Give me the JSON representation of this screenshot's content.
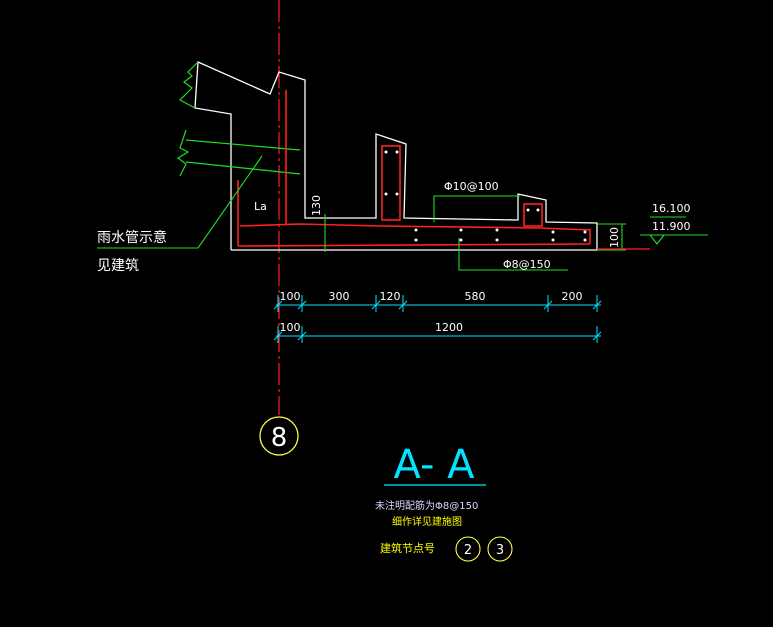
{
  "section_title": "A- A",
  "notes": {
    "line1": "未注明配筋为Φ8@150",
    "line2": "细作详见建施图"
  },
  "detail_ref": {
    "label": "建筑节点号",
    "numbers": [
      "2",
      "3"
    ]
  },
  "axis_label": "8",
  "annotations": {
    "downpipe": "雨水管示意",
    "see_arch": "见建筑",
    "anchorage": "La",
    "rebar_top": "Φ10@100",
    "rebar_bottom": "Φ8@150",
    "height_130": "130",
    "thickness_100": "100"
  },
  "elevations": {
    "upper": "16.100",
    "lower": "11.900"
  },
  "dimensions": {
    "row1": [
      "100",
      "300",
      "120",
      "580",
      "200"
    ],
    "row2": [
      "100",
      "1200"
    ]
  },
  "colors": {
    "background": "#000000",
    "outline": "#ffffff",
    "rebar": "#ff2020",
    "dimension": "#00e5ff",
    "leader": "#22dd22",
    "axis": "#ff2020",
    "title": "#00e5ff",
    "notes": "#ffff00"
  }
}
